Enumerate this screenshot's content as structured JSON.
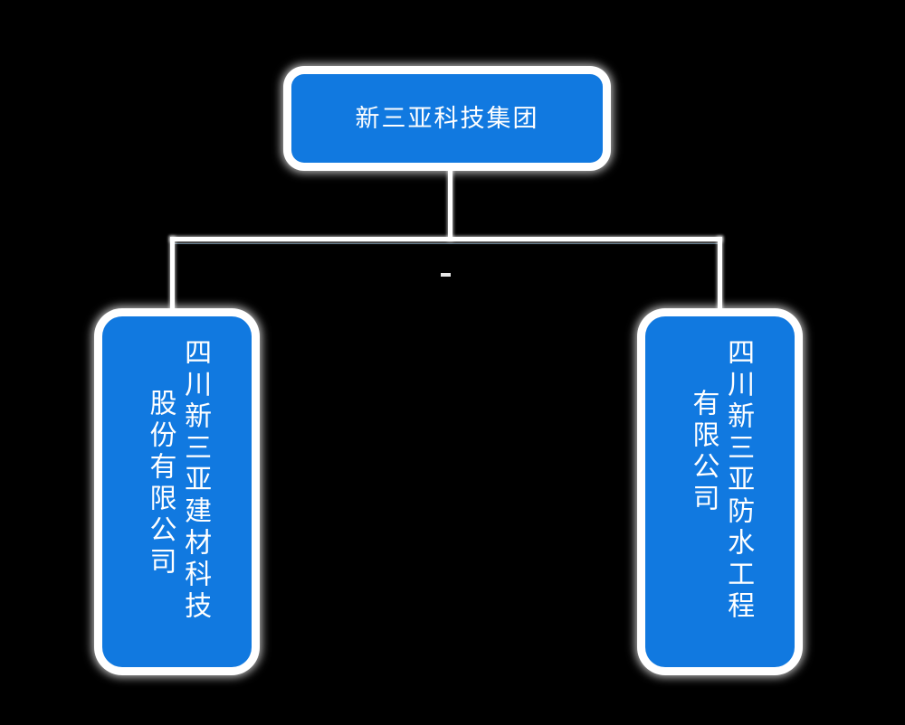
{
  "diagram": {
    "type": "organization-chart",
    "background_color": "#000000",
    "node_fill_color": "#1179e0",
    "node_border_color": "#ffffff",
    "text_color": "#ffffff",
    "connector_color": "#ffffff",
    "root": {
      "id": "root",
      "label": "新三亚科技集团",
      "orientation": "horizontal"
    },
    "children": [
      {
        "id": "child-left",
        "orientation": "vertical",
        "columns": [
          "四川新三亚建材科技",
          "股份有限公司"
        ],
        "full_label": "四川新三亚建材科技股份有限公司"
      },
      {
        "id": "child-right",
        "orientation": "vertical",
        "columns": [
          "四川新三亚防水工程",
          "有限公司"
        ],
        "full_label": "四川新三亚防水工程有限公司"
      }
    ]
  }
}
